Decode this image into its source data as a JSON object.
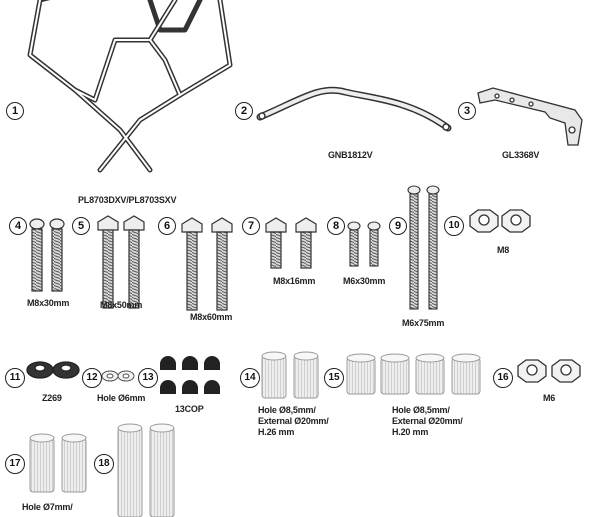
{
  "items": [
    {
      "num": "1",
      "label": "PL8703DXV/PL8703SXV"
    },
    {
      "num": "2",
      "label": "GNB1812V"
    },
    {
      "num": "3",
      "label": "GL3368V"
    },
    {
      "num": "4",
      "label": "M8x30mm"
    },
    {
      "num": "5",
      "label": "M8x50mm"
    },
    {
      "num": "6",
      "label": "M8x60mm"
    },
    {
      "num": "7",
      "label": "M8x16mm"
    },
    {
      "num": "8",
      "label": "M6x30mm"
    },
    {
      "num": "9",
      "label": "M6x75mm"
    },
    {
      "num": "10",
      "label": "M8"
    },
    {
      "num": "11",
      "label": "Z269"
    },
    {
      "num": "12",
      "label": "Hole Ø6mm"
    },
    {
      "num": "13",
      "label": "13COP"
    },
    {
      "num": "14",
      "label_lines": [
        "Hole Ø8,5mm/",
        "External Ø20mm/",
        "H.26 mm"
      ]
    },
    {
      "num": "15",
      "label_lines": [
        "Hole Ø8,5mm/",
        "External Ø20mm/",
        "H.20 mm"
      ]
    },
    {
      "num": "16",
      "label": "M6"
    },
    {
      "num": "17",
      "label": "Hole Ø7mm/"
    },
    {
      "num": "18",
      "label": ""
    }
  ]
}
